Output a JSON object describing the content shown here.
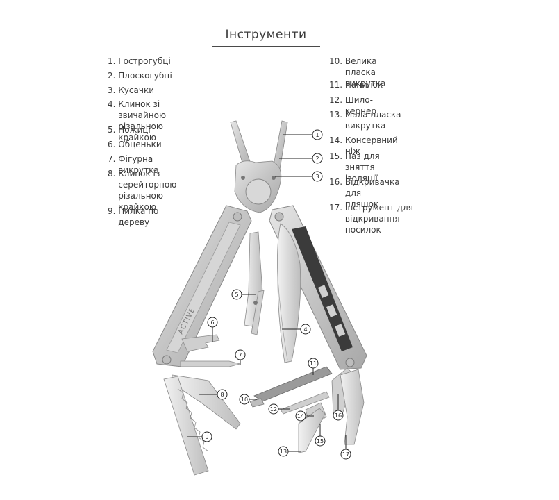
{
  "title": "Інструменти",
  "left_list": [
    {
      "num": "1.",
      "text": "Гострогубці"
    },
    {
      "num": "2.",
      "text": "Плоскогубці"
    },
    {
      "num": "3.",
      "text": "Кусачки"
    },
    {
      "num": "4.",
      "text": "Клинок зі звичайною\nрізальною крайкою"
    },
    {
      "num": "5.",
      "text": "Ножиці"
    },
    {
      "num": "6.",
      "text": "Обценьки"
    },
    {
      "num": "7.",
      "text": "Фігурна викрутка"
    },
    {
      "num": "8.",
      "text": "Клинок із\nсерейторною\nрізальною крайкою"
    },
    {
      "num": "9.",
      "text": "Пилка по дереву"
    }
  ],
  "right_list": [
    {
      "num": "10.",
      "text": "Велика пласка\nвикрутка"
    },
    {
      "num": "11.",
      "text": "Напилок"
    },
    {
      "num": "12.",
      "text": "Шило-кернер"
    },
    {
      "num": "13.",
      "text": "Мала пласка\nвикрутка"
    },
    {
      "num": "14.",
      "text": "Консервний ніж"
    },
    {
      "num": "15.",
      "text": "Паз для зняття\nізоляції"
    },
    {
      "num": "16.",
      "text": "Відкривачка для\nпляшок"
    },
    {
      "num": "17.",
      "text": "Інструмент для\nвідкривання посилок"
    }
  ],
  "brand_text": "ACTIVE",
  "callouts": [
    "1",
    "2",
    "3",
    "4",
    "5",
    "6",
    "7",
    "8",
    "9",
    "10",
    "11",
    "12",
    "13",
    "14",
    "15",
    "16",
    "17"
  ],
  "colors": {
    "steel": "#c9c9c9",
    "steel_dark": "#9a9a9a",
    "steel_light": "#e4e4e4",
    "insert": "#3b3b3b",
    "text": "#3a3a3a"
  }
}
